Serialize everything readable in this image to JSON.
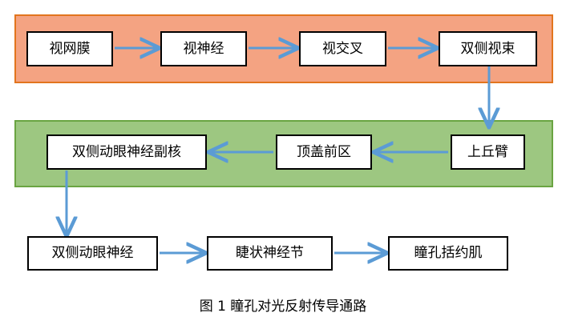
{
  "figure": {
    "caption": "图 1 瞳孔对光反射传导通路",
    "colors": {
      "afferent_band_fill": "#F4A382",
      "afferent_band_border": "#E2751E",
      "midbrain_band_fill": "#9DC781",
      "midbrain_band_border": "#6AA442",
      "arrow": "#5B9BD5",
      "node_border": "#000000",
      "node_fill": "#FFFFFF",
      "text": "#000000"
    }
  },
  "bands": {
    "afferent": {
      "name": "afferent-pathway-band"
    },
    "midbrain": {
      "name": "midbrain-band"
    }
  },
  "nodes": {
    "retina": "视网膜",
    "optic_nerve": "视神经",
    "optic_chiasm": "视交叉",
    "bilateral_optic_tract": "双侧视束",
    "superior_colliculus_brachium": "上丘臂",
    "pretectal_area": "顶盖前区",
    "bilateral_edinger_westphal_nucleus": "双侧动眼神经副核",
    "bilateral_oculomotor_nerve": "双侧动眼神经",
    "ciliary_ganglion": "睫状神经节",
    "pupillary_sphincter": "瞳孔括约肌"
  },
  "connections": [
    {
      "from": "视网膜",
      "to": "视神经",
      "direction": "right"
    },
    {
      "from": "视神经",
      "to": "视交叉",
      "direction": "right"
    },
    {
      "from": "视交叉",
      "to": "双侧视束",
      "direction": "right"
    },
    {
      "from": "双侧视束",
      "to": "上丘臂",
      "direction": "down"
    },
    {
      "from": "上丘臂",
      "to": "顶盖前区",
      "direction": "left"
    },
    {
      "from": "顶盖前区",
      "to": "双侧动眼神经副核",
      "direction": "left"
    },
    {
      "from": "双侧动眼神经副核",
      "to": "双侧动眼神经",
      "direction": "down"
    },
    {
      "from": "双侧动眼神经",
      "to": "睫状神经节",
      "direction": "right"
    },
    {
      "from": "睫状神经节",
      "to": "瞳孔括约肌",
      "direction": "right"
    }
  ]
}
